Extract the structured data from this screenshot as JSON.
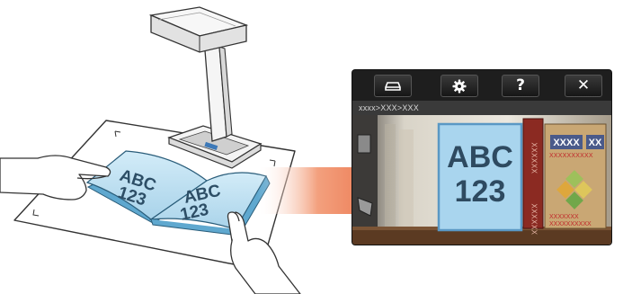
{
  "toolbar": {
    "buttons": [
      {
        "name": "scan-tray-button",
        "icon": "scanner-tray-icon"
      },
      {
        "name": "settings-button",
        "icon": "gear-icon"
      },
      {
        "name": "help-button",
        "icon": "question-icon",
        "label": "?"
      },
      {
        "name": "close-button",
        "icon": "close-icon",
        "label": "✕"
      }
    ]
  },
  "breadcrumb": "xxxx>XXX>XXX",
  "book_page": {
    "line1": "ABC",
    "line2": "123"
  },
  "shelf_books": {
    "red_spine": "XXXXXX",
    "red_spine_bottom": "XXXXXX",
    "tan_book_title_a": "XXXX",
    "tan_book_title_b": "XX",
    "tan_book_subtitle": "XXXXXXXXXX",
    "tan_book_footer_1": "XXXXXXX",
    "tan_book_footer_2": "XXXXXXXXXX"
  },
  "scanned_book": {
    "left_page_line1": "ABC",
    "left_page_line2": "123",
    "right_page_line1": "ABC",
    "right_page_line2": "123"
  },
  "colors": {
    "page_blue": "#b7dcef",
    "arrow_orange": "#e86a3a",
    "toolbar_dark": "#1e1e1e",
    "spine_red": "#8b2a22",
    "tan_book": "#c9a774"
  }
}
